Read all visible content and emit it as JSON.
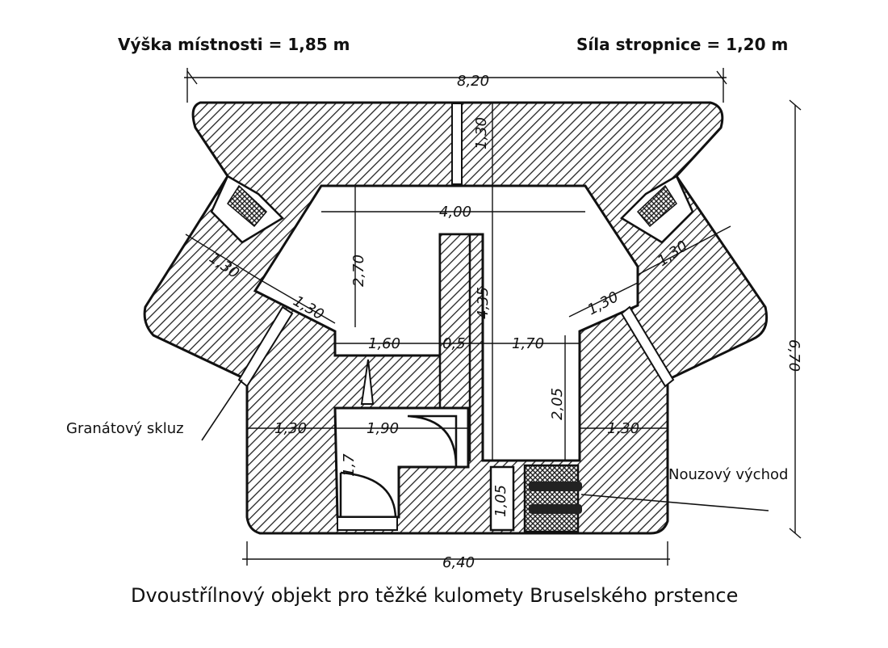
{
  "header": {
    "room_height": "Výška místnosti = 1,85 m",
    "ceiling_thickness": "Síla stropnice = 1,20 m"
  },
  "dimensions": {
    "total_width_top": "8,20",
    "roof_wall": "1,30",
    "inner_top_width": "4,00",
    "inner_height_left": "2,70",
    "inner_height_center": "4,35",
    "embrasure_wall_left": "1,30",
    "embrasure_wall_right": "1,30",
    "diag_left": "1,30",
    "diag_right": "1,30",
    "chamber_left": "1,60",
    "partition": "0,5",
    "chamber_right": "1,70",
    "corridor_height": "2,05",
    "side_wall_left": "1,30",
    "side_wall_right": "1,30",
    "room_width": "1,90",
    "door_height": "1,7",
    "exit_height": "1,05",
    "total_height": "6,70",
    "total_width_bottom": "6,40"
  },
  "labels": {
    "grenade_chute": "Granátový skluz",
    "emergency_exit": "Nouzový východ"
  },
  "caption": "Dvoustřílnový objekt pro těžké kulomety Bruselského prstence"
}
